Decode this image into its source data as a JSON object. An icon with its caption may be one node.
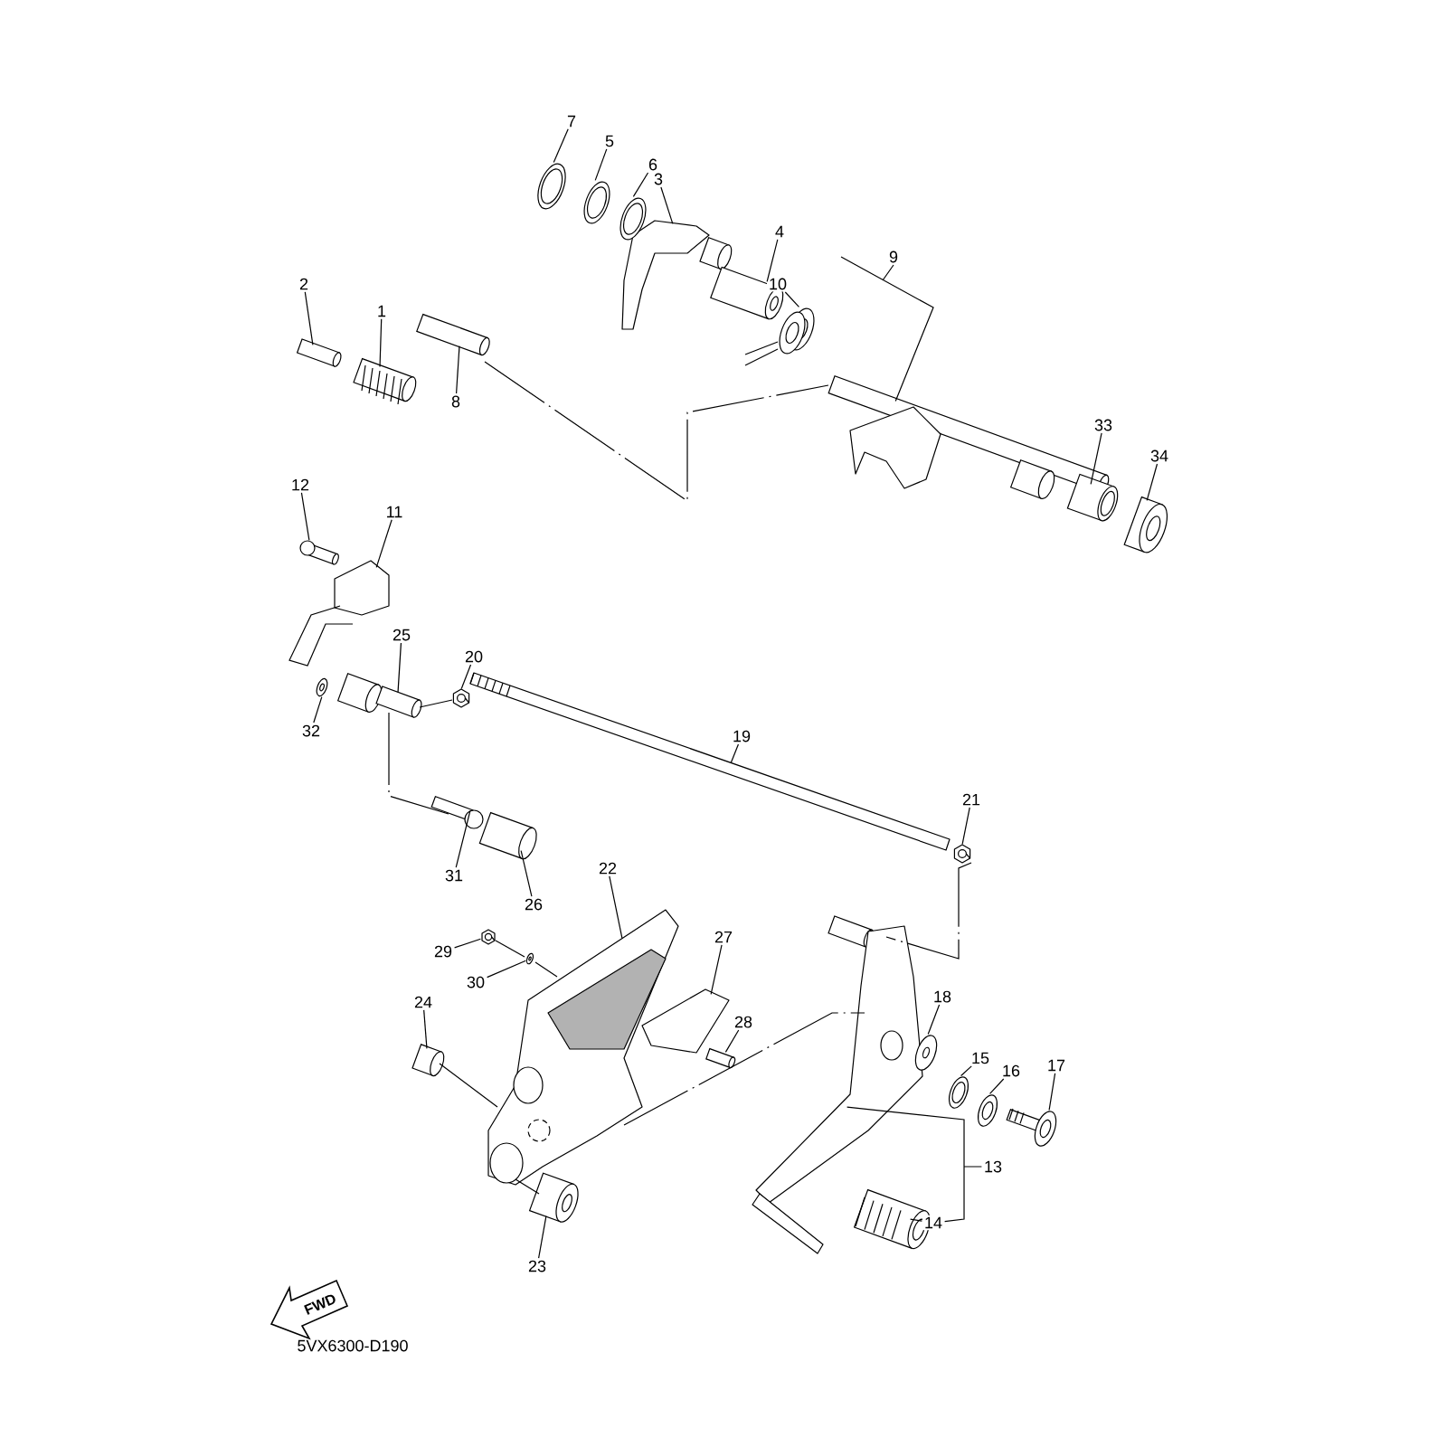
{
  "diagram": {
    "nodes": [
      {
        "text": [
          "1"
        ]
      },
      {
        "text": [
          "2"
        ]
      },
      {
        "text": [
          "3"
        ]
      },
      {
        "text": [
          "4"
        ]
      },
      {
        "text": [
          "5"
        ]
      },
      {
        "text": [
          "6"
        ]
      },
      {
        "text": [
          "7"
        ]
      },
      {
        "text": [
          "8"
        ]
      },
      {
        "text": [
          "9"
        ]
      },
      {
        "text": [
          "10"
        ]
      },
      {
        "text": [
          "11"
        ]
      },
      {
        "text": [
          "12"
        ]
      },
      {
        "text": [
          "13"
        ]
      },
      {
        "text": [
          "14"
        ]
      },
      {
        "text": [
          "15"
        ]
      },
      {
        "text": [
          "16"
        ]
      },
      {
        "text": [
          "17"
        ]
      },
      {
        "text": [
          "18"
        ]
      },
      {
        "text": [
          "19"
        ]
      },
      {
        "text": [
          "20"
        ]
      },
      {
        "text": [
          "21"
        ]
      },
      {
        "text": [
          "22"
        ]
      },
      {
        "text": [
          "23"
        ]
      },
      {
        "text": [
          "24"
        ]
      },
      {
        "text": [
          "25"
        ]
      },
      {
        "text": [
          "26"
        ]
      },
      {
        "text": [
          "27"
        ]
      },
      {
        "text": [
          "28"
        ]
      },
      {
        "text": [
          "29"
        ]
      },
      {
        "text": [
          "30"
        ]
      },
      {
        "text": [
          "31"
        ]
      },
      {
        "text": [
          "32"
        ]
      },
      {
        "text": [
          "33"
        ]
      },
      {
        "text": [
          "34"
        ]
      },
      {
        "text": [],
        "shape": "picture"
      },
      {
        "text": [],
        "shape": "picture"
      },
      {
        "text": [],
        "shape": "picture"
      },
      {
        "text": [],
        "shape": "picture"
      },
      {
        "text": [],
        "shape": "picture"
      },
      {
        "text": [],
        "shape": "picture"
      },
      {
        "text": [],
        "shape": "picture"
      },
      {
        "text": [],
        "shape": "picture"
      },
      {
        "text": [],
        "shape": "picture"
      },
      {
        "text": [],
        "shape": "picture"
      },
      {
        "text": [],
        "shape": "picture"
      },
      {
        "text": [],
        "shape": "picture"
      },
      {
        "text": [],
        "shape": "picture"
      },
      {
        "text": [],
        "shape": "picture"
      },
      {
        "text": [],
        "shape": "picture"
      },
      {
        "text": [],
        "shape": "picture"
      },
      {
        "text": [],
        "shape": "picture"
      },
      {
        "text": [],
        "shape": "picture"
      },
      {
        "text": [],
        "shape": "picture"
      },
      {
        "text": [],
        "shape": "picture"
      },
      {
        "text": [],
        "shape": "picture"
      },
      {
        "text": [],
        "shape": "picture"
      },
      {
        "text": [],
        "shape": "picture"
      },
      {
        "text": [],
        "shape": "picture"
      },
      {
        "text": [],
        "shape": "picture"
      },
      {
        "text": [],
        "shape": "picture"
      },
      {
        "text": [],
        "shape": "picture"
      },
      {
        "text": [],
        "shape": "picture"
      },
      {
        "text": [],
        "shape": "picture"
      },
      {
        "text": [],
        "shape": "picture"
      },
      {
        "text": [],
        "shape": "picture"
      },
      {
        "text": [],
        "shape": "picture"
      },
      {
        "text": [],
        "shape": "picture"
      },
      {
        "text": [],
        "shape": "picture"
      },
      {
        "text": [
          "FWD"
        ]
      }
    ],
    "edges": [
      {
        "from": 0,
        "to": 34,
        "arrow": "none"
      },
      {
        "from": 1,
        "to": 35,
        "arrow": "none"
      },
      {
        "from": 2,
        "to": 36,
        "arrow": "none"
      },
      {
        "from": 3,
        "to": 37,
        "arrow": "none"
      },
      {
        "from": 4,
        "to": 38,
        "arrow": "none"
      },
      {
        "from": 5,
        "to": 39,
        "arrow": "none"
      },
      {
        "from": 6,
        "to": 40,
        "arrow": "none"
      },
      {
        "from": 7,
        "to": 41,
        "arrow": "none"
      },
      {
        "from": 8,
        "to": 42,
        "arrow": "none"
      },
      {
        "from": 9,
        "to": 43,
        "arrow": "none"
      },
      {
        "from": 10,
        "to": 44,
        "arrow": "none"
      },
      {
        "from": 11,
        "to": 45,
        "arrow": "none"
      },
      {
        "from": 12,
        "to": 46,
        "arrow": "none"
      },
      {
        "from": 13,
        "to": 47,
        "arrow": "none"
      },
      {
        "from": 14,
        "to": 48,
        "arrow": "none"
      },
      {
        "from": 15,
        "to": 49,
        "arrow": "none"
      },
      {
        "from": 16,
        "to": 50,
        "arrow": "none"
      },
      {
        "from": 17,
        "to": 51,
        "arrow": "none"
      },
      {
        "from": 18,
        "to": 52,
        "arrow": "none"
      },
      {
        "from": 19,
        "to": 53,
        "arrow": "none"
      },
      {
        "from": 20,
        "to": 54,
        "arrow": "none"
      },
      {
        "from": 21,
        "to": 55,
        "arrow": "none"
      },
      {
        "from": 22,
        "to": 56,
        "arrow": "none"
      },
      {
        "from": 23,
        "to": 57,
        "arrow": "none"
      },
      {
        "from": 24,
        "to": 58,
        "arrow": "none"
      },
      {
        "from": 25,
        "to": 59,
        "arrow": "none"
      },
      {
        "from": 26,
        "to": 60,
        "arrow": "none"
      },
      {
        "from": 27,
        "to": 61,
        "arrow": "none"
      },
      {
        "from": 28,
        "to": 62,
        "arrow": "none"
      },
      {
        "from": 29,
        "to": 63,
        "arrow": "none"
      },
      {
        "from": 30,
        "to": 64,
        "arrow": "none"
      },
      {
        "from": 31,
        "to": 65,
        "arrow": "none"
      },
      {
        "from": 32,
        "to": 66,
        "arrow": "none"
      },
      {
        "from": 33,
        "to": 67,
        "arrow": "none"
      },
      {
        "from": 12,
        "to": 13,
        "arrow": "none"
      },
      {
        "from": 41,
        "to": 42,
        "arrow": "none",
        "style": "dashed"
      },
      {
        "from": 58,
        "to": 64,
        "arrow": "none",
        "style": "dashed"
      },
      {
        "from": 58,
        "to": 53,
        "arrow": "none",
        "style": "dashed"
      },
      {
        "from": 54,
        "to": 46,
        "arrow": "none",
        "style": "dashed"
      },
      {
        "from": 62,
        "to": 63,
        "arrow": "none",
        "style": "dashed"
      },
      {
        "from": 63,
        "to": 55,
        "arrow": "none",
        "style": "dashed"
      },
      {
        "from": 57,
        "to": 55,
        "arrow": "none",
        "style": "dashed"
      },
      {
        "from": 55,
        "to": 56,
        "arrow": "none",
        "style": "dashed"
      },
      {
        "from": 55,
        "to": 46,
        "arrow": "none",
        "style": "dashed"
      }
    ],
    "labels": [
      "5VX6300-D190"
    ]
  }
}
